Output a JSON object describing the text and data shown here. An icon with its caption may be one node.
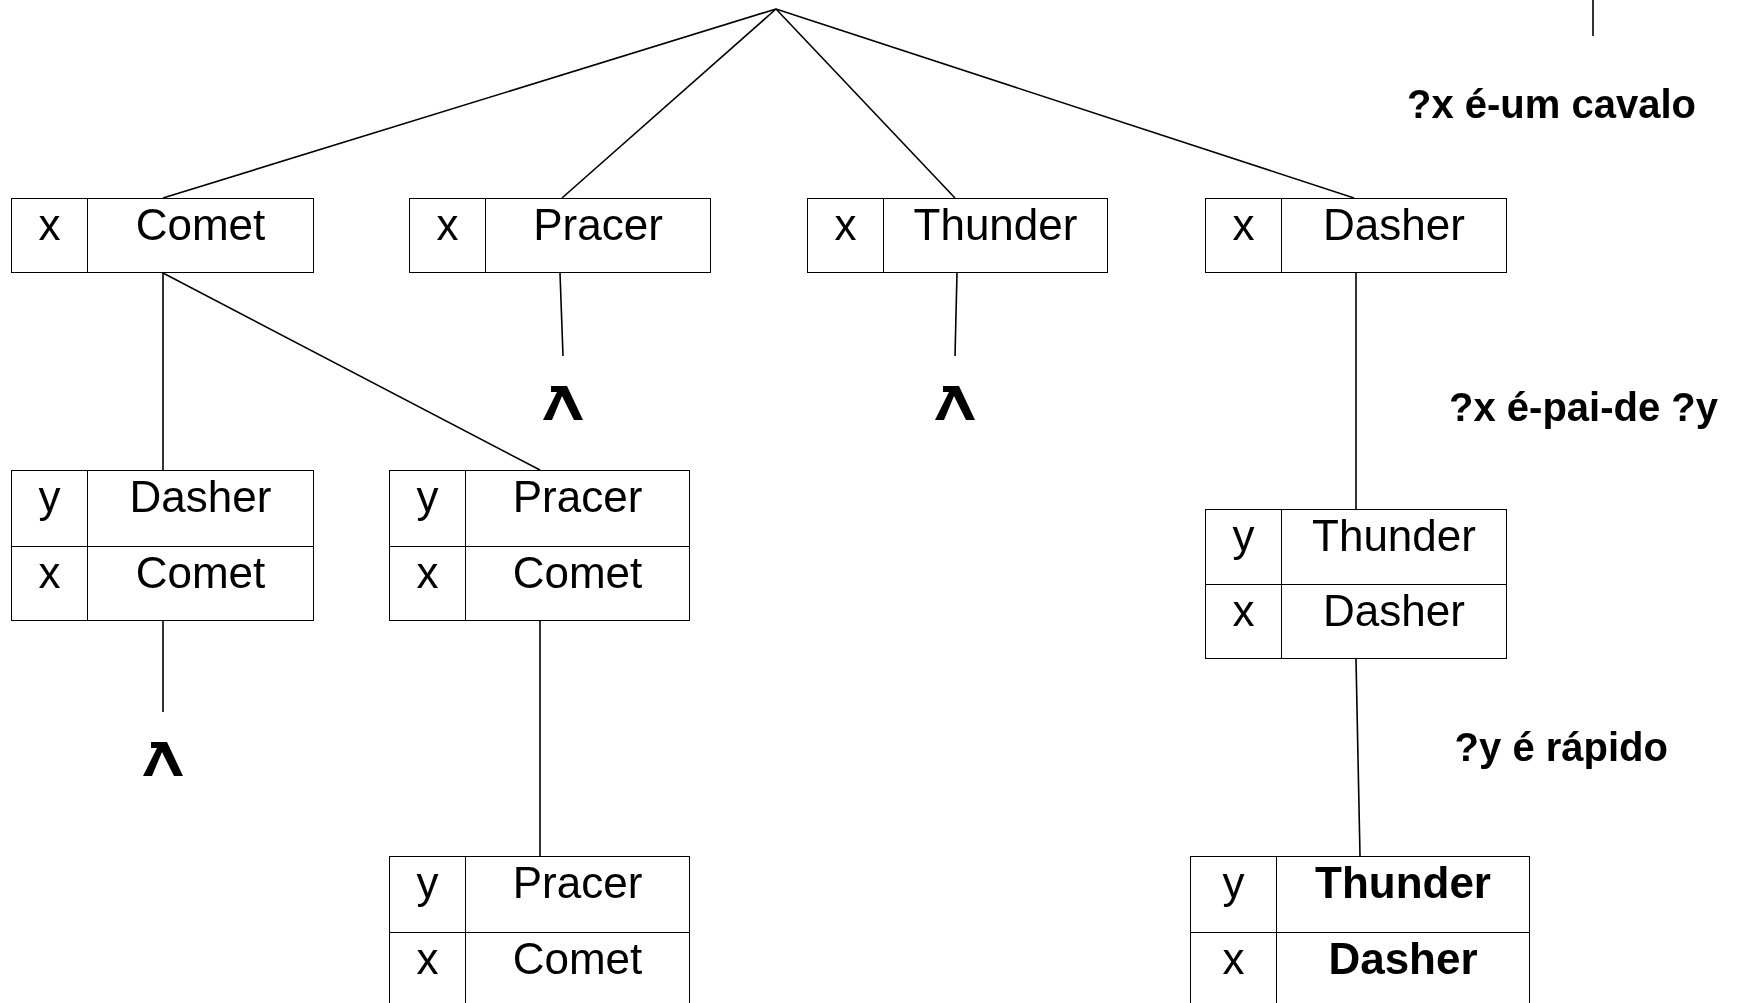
{
  "diagram": {
    "nodes": [
      {
        "text": [
          "x",
          "Comet"
        ]
      },
      {
        "text": [
          "x",
          "Pracer"
        ]
      },
      {
        "text": [
          "x",
          "Thunder"
        ]
      },
      {
        "text": [
          "x",
          "Dasher"
        ]
      },
      {
        "text": [],
        "shape": "caret"
      },
      {
        "text": [],
        "shape": "caret"
      },
      {
        "text": [
          "y",
          "Dasher",
          "x",
          "Comet"
        ]
      },
      {
        "text": [
          "y",
          "Pracer",
          "x",
          "Comet"
        ]
      },
      {
        "text": [
          "y",
          "Thunder",
          "x",
          "Dasher"
        ]
      },
      {
        "text": [],
        "shape": "caret"
      },
      {
        "text": [
          "y",
          "Pracer",
          "x",
          "Comet"
        ]
      },
      {
        "text": [
          "y",
          "**Thunder**",
          "x",
          "**Dasher**"
        ]
      }
    ],
    "edges": [
      {
        "from": null,
        "to": 0,
        "arrow": "none"
      },
      {
        "from": null,
        "to": 1,
        "arrow": "none"
      },
      {
        "from": null,
        "to": 2,
        "arrow": "none"
      },
      {
        "from": null,
        "to": 3,
        "arrow": "none"
      },
      {
        "from": 0,
        "to": 6,
        "arrow": "none"
      },
      {
        "from": 0,
        "to": 7,
        "arrow": "none"
      },
      {
        "from": 1,
        "to": 4,
        "arrow": "none"
      },
      {
        "from": 2,
        "to": 5,
        "arrow": "none"
      },
      {
        "from": 3,
        "to": 8,
        "arrow": "none"
      },
      {
        "from": 6,
        "to": 9,
        "arrow": "none"
      },
      {
        "from": 7,
        "to": 10,
        "arrow": "none"
      },
      {
        "from": 8,
        "to": 11,
        "arrow": "none"
      }
    ],
    "labels": [
      "?x é-um cavalo",
      "?x é-pai-de ?y",
      "?y é rápido"
    ]
  }
}
